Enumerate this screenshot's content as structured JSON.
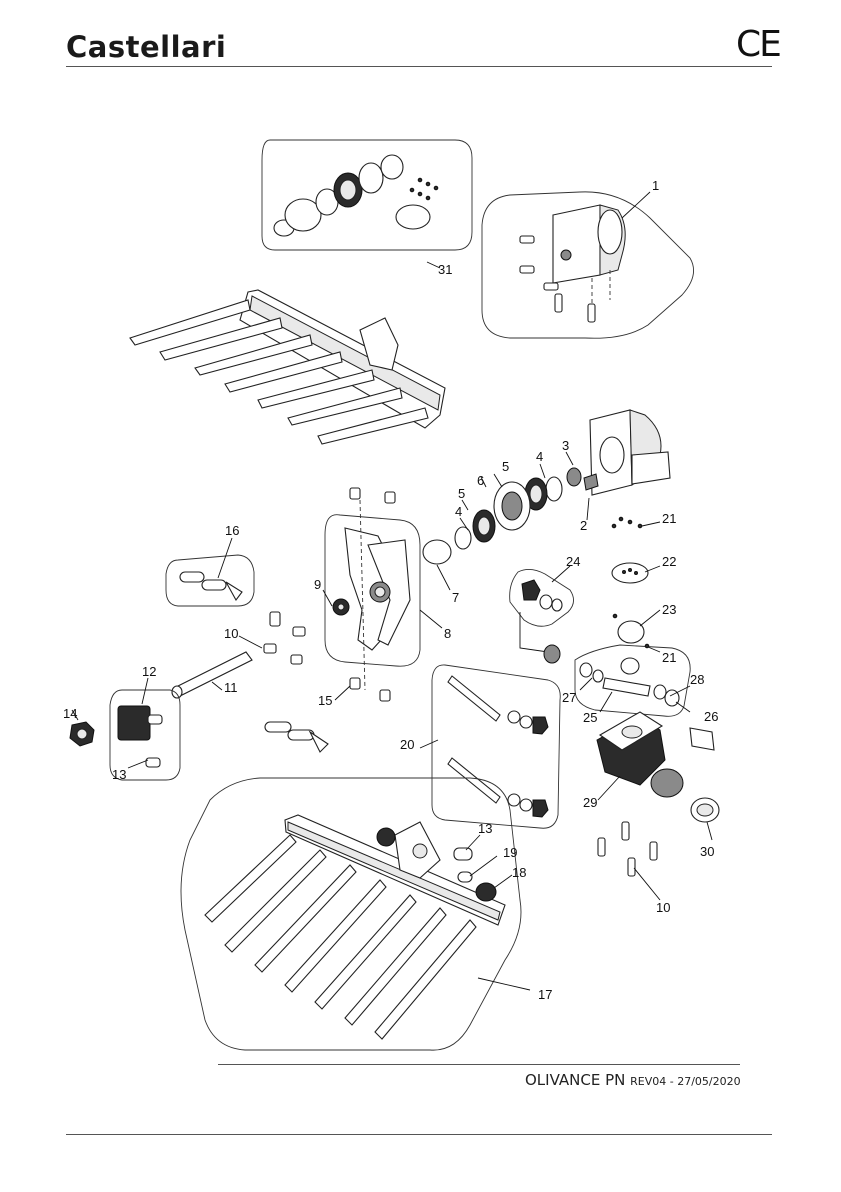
{
  "header": {
    "brand": "Castellari",
    "certification_mark": "CE"
  },
  "footer": {
    "model": "OLIVANCE PN",
    "revision": "REV04 - 27/05/2020"
  },
  "diagram": {
    "callouts": [
      "1",
      "2",
      "3",
      "4",
      "4",
      "5",
      "5",
      "6",
      "7",
      "8",
      "9",
      "10",
      "10",
      "11",
      "12",
      "13",
      "13",
      "14",
      "15",
      "16",
      "17",
      "18",
      "19",
      "20",
      "21",
      "21",
      "22",
      "23",
      "24",
      "25",
      "26",
      "27",
      "28",
      "29",
      "30",
      "31"
    ]
  }
}
